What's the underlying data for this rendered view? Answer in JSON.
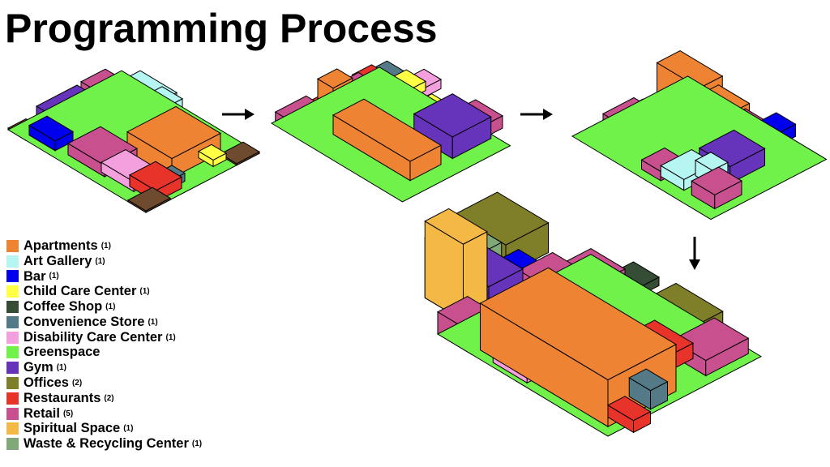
{
  "title": "Programming Process",
  "colors": {
    "apartments": "#EE8433",
    "art_gallery": "#B5F5F2",
    "bar": "#0000EE",
    "child_care": "#FFFF44",
    "coffee_shop": "#344D34",
    "convenience": "#547A87",
    "disability_care": "#F4A0DE",
    "greenspace": "#70F24A",
    "gym": "#6633BB",
    "offices": "#7F7F2A",
    "restaurants": "#E8332B",
    "retail": "#C9508F",
    "spiritual": "#F4B944",
    "waste": "#80A878",
    "lot": "#6E4A2E"
  },
  "legend": [
    {
      "key": "apartments",
      "label": "Apartments",
      "count": "(1)"
    },
    {
      "key": "art_gallery",
      "label": "Art Gallery",
      "count": "(1)"
    },
    {
      "key": "bar",
      "label": "Bar",
      "count": "(1)"
    },
    {
      "key": "child_care",
      "label": "Child Care Center",
      "count": "(1)"
    },
    {
      "key": "coffee_shop",
      "label": "Coffee Shop",
      "count": "(1)"
    },
    {
      "key": "convenience",
      "label": "Convenience Store",
      "count": "(1)"
    },
    {
      "key": "disability_care",
      "label": "Disability Care Center",
      "count": "(1)"
    },
    {
      "key": "greenspace",
      "label": "Greenspace",
      "count": ""
    },
    {
      "key": "gym",
      "label": "Gym",
      "count": "(1)"
    },
    {
      "key": "offices",
      "label": "Offices",
      "count": "(2)"
    },
    {
      "key": "restaurants",
      "label": "Restaurants",
      "count": "(2)"
    },
    {
      "key": "retail",
      "label": "Retail",
      "count": "(5)"
    },
    {
      "key": "spiritual",
      "label": "Spiritual Space",
      "count": "(1)"
    },
    {
      "key": "waste",
      "label": "Waste & Recycling Center",
      "count": "(1)"
    }
  ]
}
